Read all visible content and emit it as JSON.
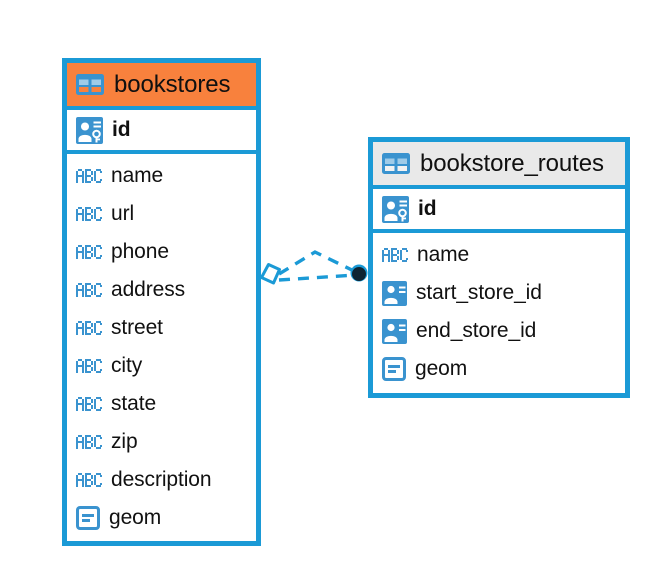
{
  "diagram": {
    "type": "entity-relationship-diagram",
    "colors": {
      "border": "#1b9ad6",
      "accent_orange": "#f8813d",
      "accent_gray": "#e9e9e9",
      "icon_blue": "#3a93cf",
      "connector": "#1b9ad6",
      "connector_dot": "#0e2433",
      "text": "#111111",
      "background": "#ffffff"
    },
    "entities": [
      {
        "name": "bookstores",
        "header_style": "orange",
        "icon": "table-icon",
        "fields": [
          {
            "label": "id",
            "icon": "primary-key-icon",
            "type": "key"
          },
          {
            "label": "name",
            "icon": "abc-text-icon",
            "type": "text"
          },
          {
            "label": "url",
            "icon": "abc-text-icon",
            "type": "text"
          },
          {
            "label": "phone",
            "icon": "abc-text-icon",
            "type": "text"
          },
          {
            "label": "address",
            "icon": "abc-text-icon",
            "type": "text"
          },
          {
            "label": "street",
            "icon": "abc-text-icon",
            "type": "text"
          },
          {
            "label": "city",
            "icon": "abc-text-icon",
            "type": "text"
          },
          {
            "label": "state",
            "icon": "abc-text-icon",
            "type": "text"
          },
          {
            "label": "zip",
            "icon": "abc-text-icon",
            "type": "text"
          },
          {
            "label": "description",
            "icon": "abc-text-icon",
            "type": "text"
          },
          {
            "label": "geom",
            "icon": "geometry-icon",
            "type": "geometry"
          }
        ]
      },
      {
        "name": "bookstore_routes",
        "header_style": "gray",
        "icon": "table-icon",
        "fields": [
          {
            "label": "id",
            "icon": "primary-key-icon",
            "type": "key"
          },
          {
            "label": "name",
            "icon": "abc-text-icon",
            "type": "text"
          },
          {
            "label": "start_store_id",
            "icon": "foreign-key-icon",
            "type": "reference"
          },
          {
            "label": "end_store_id",
            "icon": "foreign-key-icon",
            "type": "reference"
          },
          {
            "label": "geom",
            "icon": "geometry-icon",
            "type": "geometry"
          }
        ]
      }
    ],
    "relationship": {
      "from": "bookstores",
      "to": "bookstore_routes",
      "line_style": "dashed",
      "source_marker": "diamond-outline",
      "target_marker": "filled-circle",
      "branches": 2
    }
  }
}
